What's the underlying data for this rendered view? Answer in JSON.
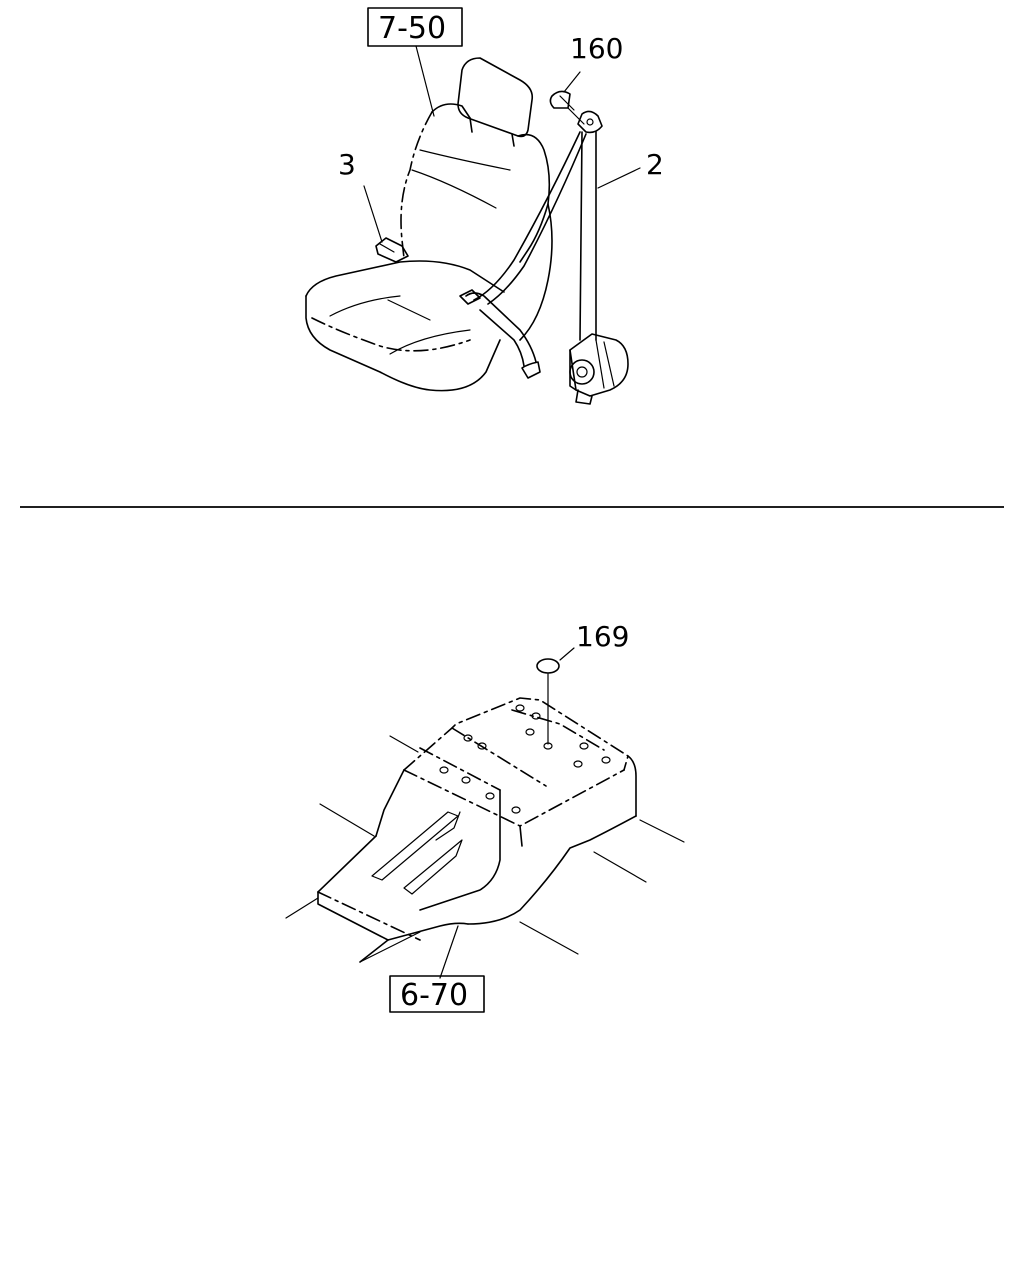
{
  "callouts": {
    "seat_ref": "7-50",
    "floor_ref": "6-70",
    "buckle": "3",
    "seat_belt": "2",
    "anchor_cover": "160",
    "plug": "169"
  }
}
